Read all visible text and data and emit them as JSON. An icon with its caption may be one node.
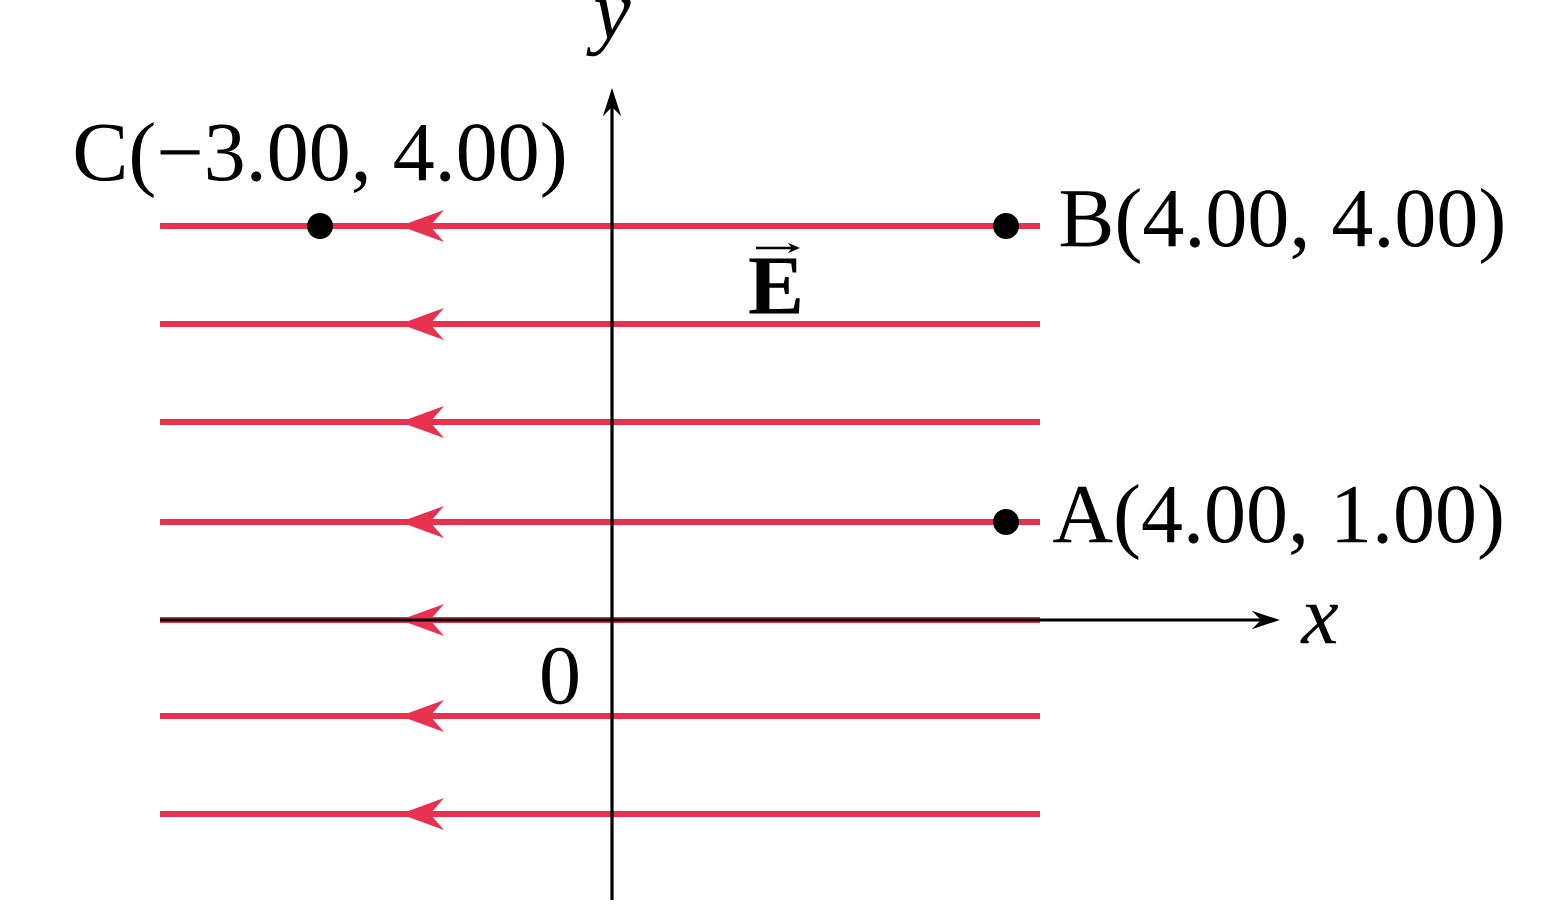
{
  "diagram": {
    "labels": [
      "y",
      "C(−3.00, 4.00)",
      "B(4.00, 4.00)",
      "E",
      "A(4.00, 1.00)",
      "x",
      "0"
    ]
  }
}
